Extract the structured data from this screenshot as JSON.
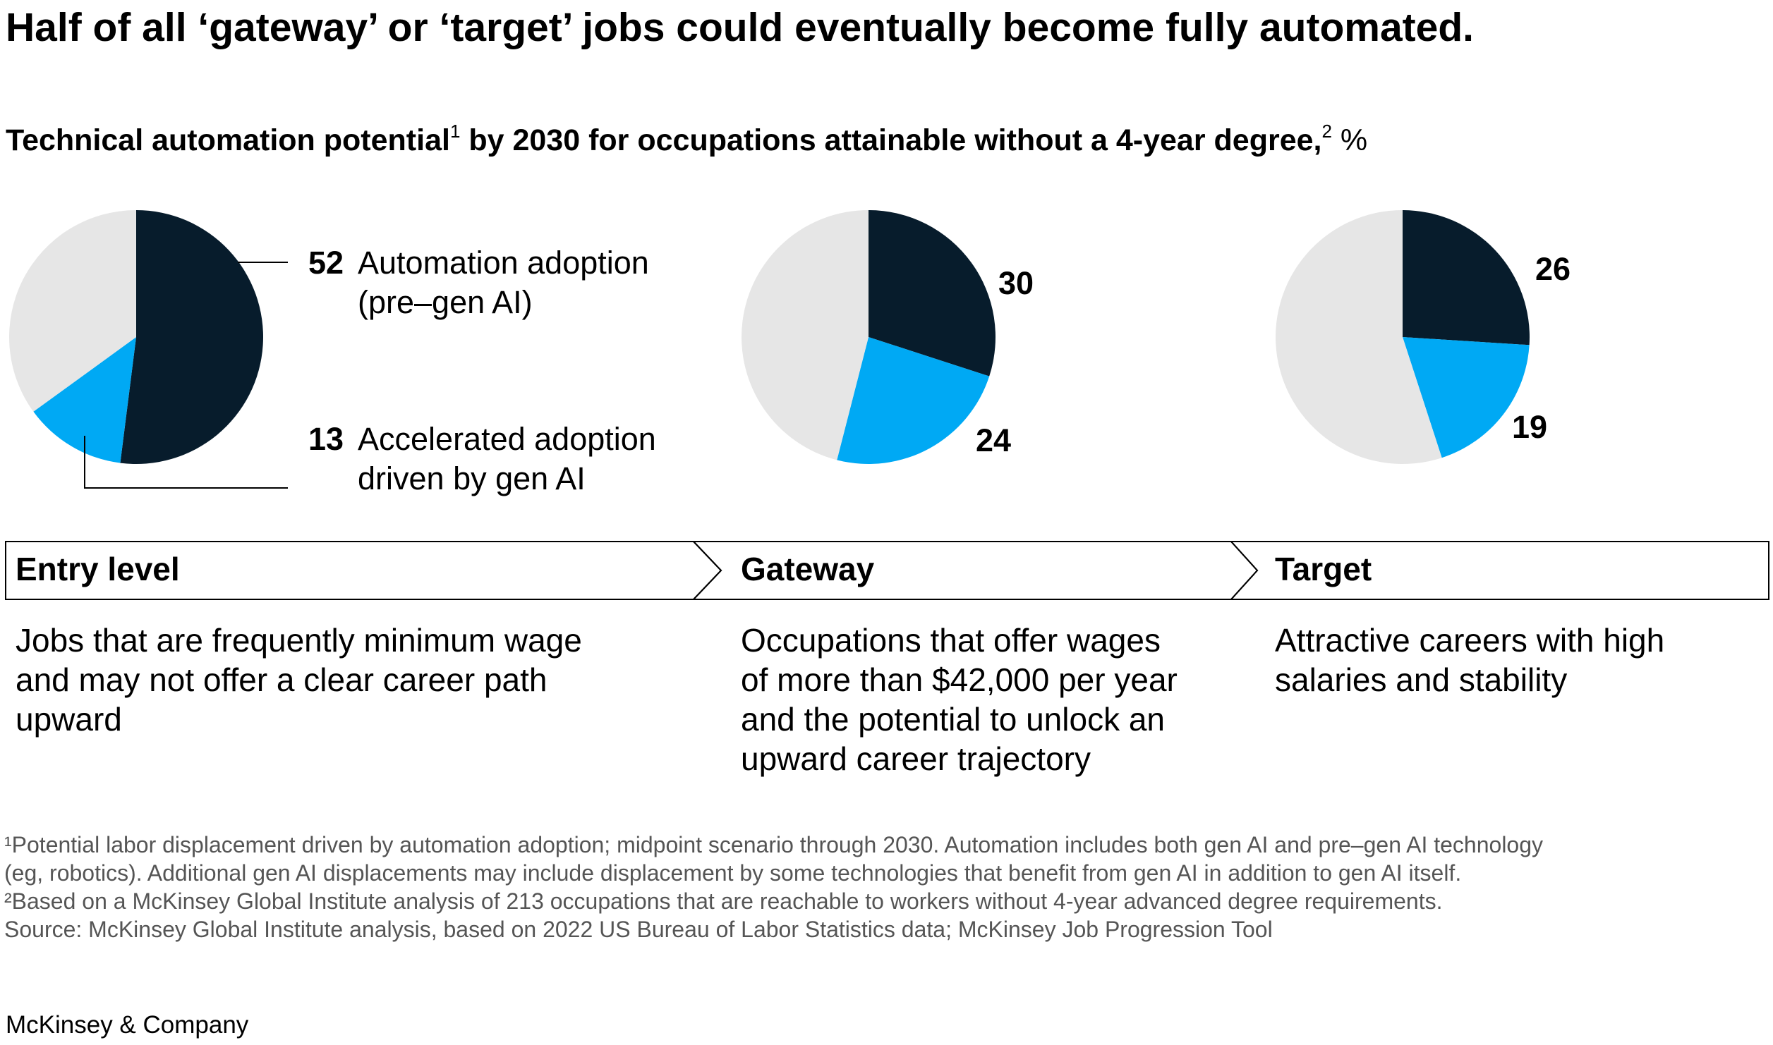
{
  "title": "Half of all ‘gateway’ or ‘target’ jobs could eventually become fully automated.",
  "subtitle": {
    "main": "Technical automation potential",
    "sup1": "1",
    "middle": " by 2030 for occupations attainable without a 4-year degree,",
    "sup2": "2",
    "unit": " %"
  },
  "colors": {
    "pre_gen_ai": "#071c2c",
    "gen_ai": "#00a9f4",
    "remainder": "#e6e6e6",
    "line": "#000000"
  },
  "legend": {
    "pre_gen_ai": {
      "value_text": "52",
      "line1": "Automation adoption",
      "line2": "(pre–gen AI)"
    },
    "gen_ai": {
      "value_text": "13",
      "line1": "Accelerated adoption",
      "line2": "driven by gen AI"
    }
  },
  "chart_data": [
    {
      "type": "pie",
      "stage": "Entry level",
      "unit": "%",
      "slices": [
        {
          "name": "Automation adoption (pre–gen AI)",
          "value": 52
        },
        {
          "name": "Accelerated adoption driven by gen AI",
          "value": 13
        },
        {
          "name": "",
          "value": 35
        }
      ]
    },
    {
      "type": "pie",
      "stage": "Gateway",
      "unit": "%",
      "slices": [
        {
          "name": "Automation adoption (pre–gen AI)",
          "value": 30
        },
        {
          "name": "Accelerated adoption driven by gen AI",
          "value": 24
        },
        {
          "name": "",
          "value": 46
        }
      ]
    },
    {
      "type": "pie",
      "stage": "Target",
      "unit": "%",
      "slices": [
        {
          "name": "Automation adoption (pre–gen AI)",
          "value": 26
        },
        {
          "name": "Accelerated adoption driven by gen AI",
          "value": 19
        },
        {
          "name": "",
          "value": 55
        }
      ]
    }
  ],
  "value_labels": {
    "gateway_pre": "30",
    "gateway_gen": "24",
    "target_pre": "26",
    "target_gen": "19"
  },
  "stages": [
    {
      "label": "Entry level",
      "desc": [
        "Jobs that are frequently minimum wage",
        "and may not offer a clear career path",
        "upward"
      ]
    },
    {
      "label": "Gateway",
      "desc": [
        "Occupations that offer wages",
        "of more than $42,000 per year",
        "and the potential to unlock an",
        "upward career trajectory"
      ]
    },
    {
      "label": "Target",
      "desc": [
        "Attractive careers with high",
        "salaries and stability"
      ]
    }
  ],
  "footnotes": [
    "¹Potential labor displacement driven by automation adoption; midpoint scenario through 2030. Automation includes both gen AI and pre–gen AI technology",
    " (eg, robotics). Additional gen AI displacements may include displacement by some technologies that benefit from gen AI in addition to gen AI itself.",
    "²Based on a McKinsey Global Institute analysis of 213 occupations that are reachable to workers without 4-year advanced degree requirements.",
    " Source: McKinsey Global Institute analysis, based on 2022 US Bureau of Labor Statistics data; McKinsey Job Progression Tool"
  ],
  "brand": "McKinsey & Company"
}
